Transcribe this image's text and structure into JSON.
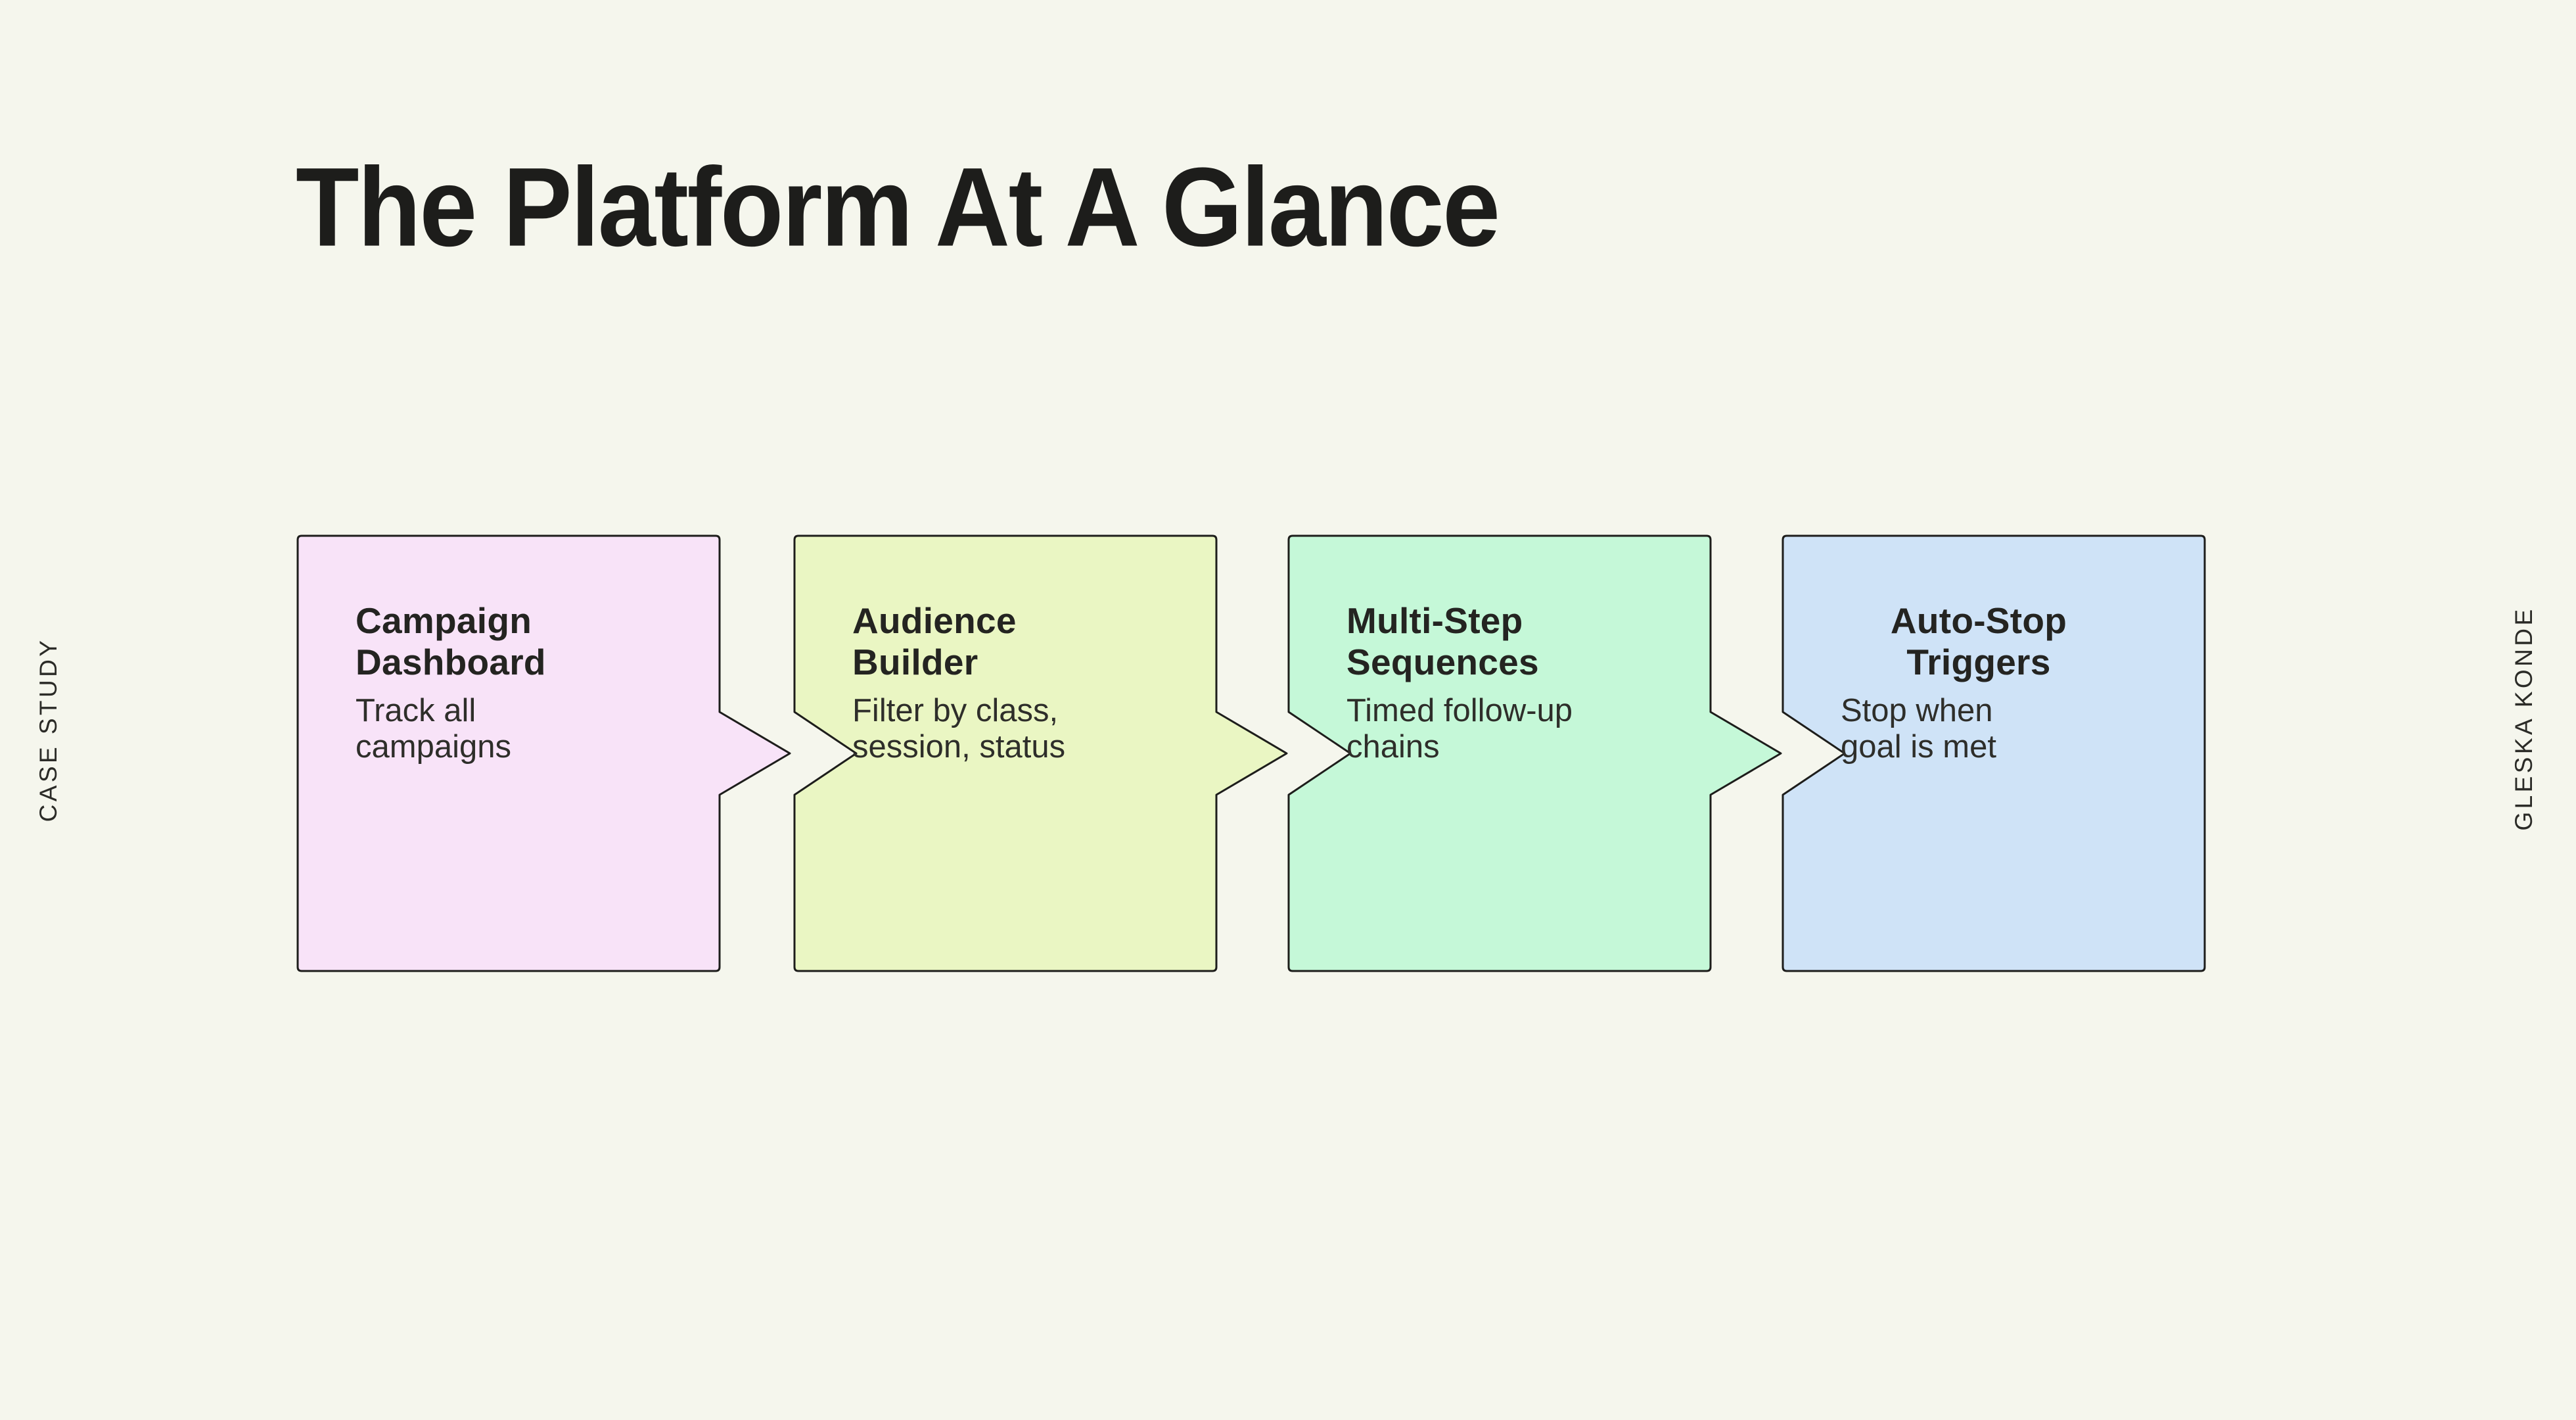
{
  "title": "The Platform At A Glance",
  "side_labels": {
    "left": "CASE STUDY",
    "right": "GLESKA KONDE"
  },
  "colors": {
    "background": "#f5f6ed",
    "card_border": "#1d1d1b",
    "ink": "#1d1d1b"
  },
  "cards": [
    {
      "name": "campaign-dashboard",
      "title_lines": [
        "Campaign",
        "Dashboard"
      ],
      "body_lines": [
        "Track all",
        "campaigns"
      ],
      "color": "#f8e3f8"
    },
    {
      "name": "audience-builder",
      "title_lines": [
        "Audience",
        "Builder"
      ],
      "body_lines": [
        "Filter by class,",
        "session, status"
      ],
      "color": "#eaf6c3"
    },
    {
      "name": "multi-step-sequences",
      "title_lines": [
        "Multi-Step",
        "Sequences"
      ],
      "body_lines": [
        "Timed follow-up",
        "chains"
      ],
      "color": "#c5f8d8"
    },
    {
      "name": "auto-stop-triggers",
      "title_lines": [
        "Auto-Stop",
        "Triggers"
      ],
      "body_lines": [
        "Stop when",
        "goal is met"
      ],
      "color": "#cfe3f7"
    }
  ]
}
